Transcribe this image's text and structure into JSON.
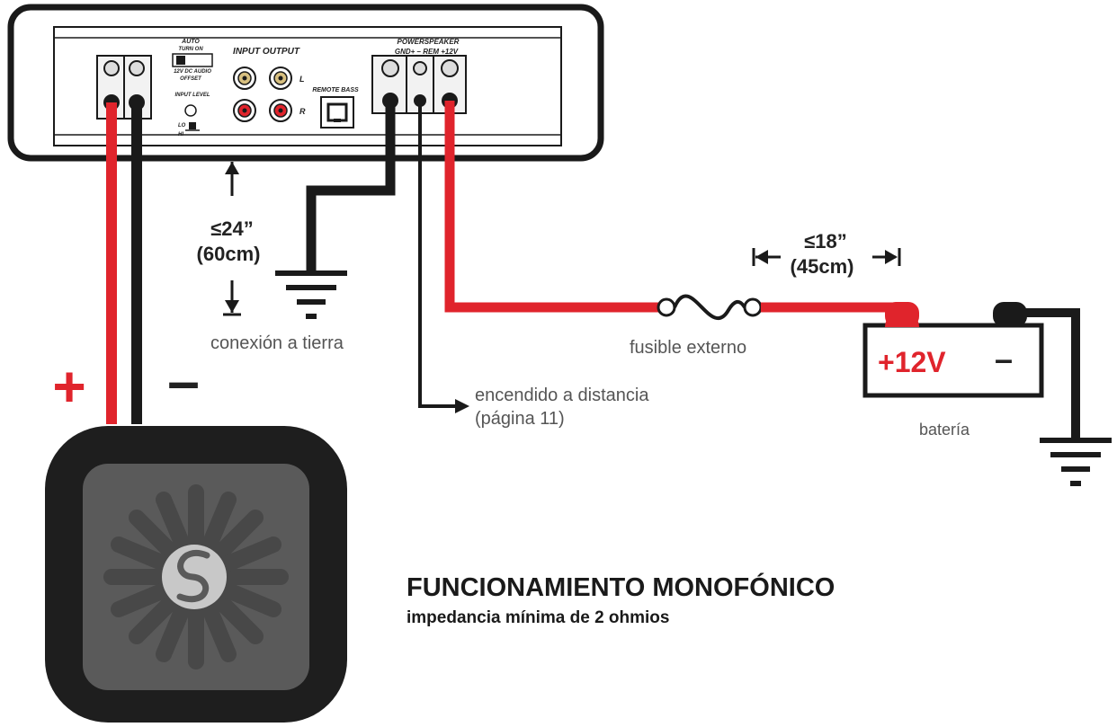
{
  "amplifier": {
    "auto_turn_on": "AUTO",
    "turn_on": "TURN ON",
    "dc_modes": "12V DC AUDIO",
    "offset": "OFFSET",
    "input_output": "INPUT OUTPUT",
    "left_channel": "L",
    "right_channel": "R",
    "input_level": "INPUT LEVEL",
    "lo": "LO",
    "hi": "HI",
    "remote_bass": "REMOTE BASS",
    "power_label": "POWERSPEAKER",
    "power_terminals": "GND+ – REM +12V"
  },
  "measurements": {
    "ground_length": "≤24”",
    "ground_length_cm": "(60cm)",
    "fuse_distance": "≤18”",
    "fuse_distance_cm": "(45cm)"
  },
  "labels": {
    "ground_connection": "conexión a tierra",
    "external_fuse": "fusible externo",
    "remote_on_line1": "encendido a distancia",
    "remote_on_line2": "(página 11)",
    "battery": "batería",
    "battery_voltage": "+12V",
    "battery_negative": "–",
    "speaker_positive": "+",
    "speaker_negative": "–"
  },
  "caption": {
    "title": "FUNCIONAMIENTO MONOFÓNICO",
    "subtitle": "impedancia mínima de 2 ohmios"
  },
  "colors": {
    "wire_positive": "#e0242c",
    "wire_negative": "#1a1a1a",
    "accent_red": "#e0242c"
  }
}
